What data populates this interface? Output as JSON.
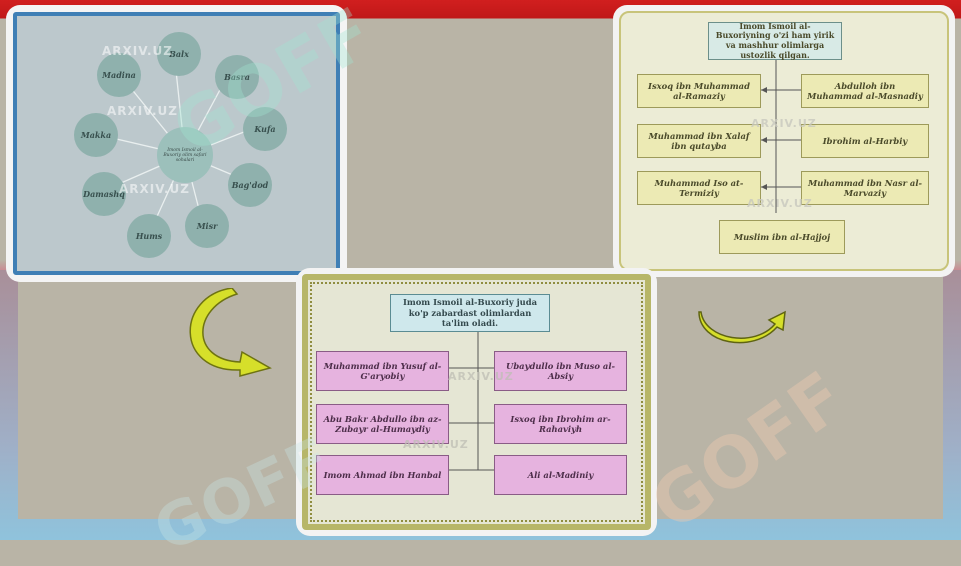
{
  "watermark": {
    "site": "ARXIV.UZ",
    "brand": "GOFF"
  },
  "radial_diagram": {
    "center": "Imom Ismoil al-Buxoriy olim safari sohalari",
    "nodes": [
      "Balx",
      "Basra",
      "Kufa",
      "Bag'dod",
      "Misr",
      "Hums",
      "Damashq",
      "Makka",
      "Madina"
    ]
  },
  "teachers_diagram": {
    "title": "Imom Ismoil al-Buxoriyning o'zi ham yirik va mashhur olimlarga ustozlik qilgan.",
    "left": [
      "Isxoq ibn Muhammad al-Ramaziy",
      "Muhammad ibn Xalaf ibn qutayba",
      "Muhammad Iso at-Termiziy"
    ],
    "right": [
      "Abdulloh ibn Muhammad al-Masnadiy",
      "Ibrohim al-Harbiy",
      "Muhammad ibn Nasr al-Marvaziy"
    ],
    "bottom": "Muslim ibn al-Hajjoj"
  },
  "scholars_diagram": {
    "title": "Imom Ismoil al-Buxoriy juda ko'p zabardast olimlardan ta'lim oladi.",
    "left": [
      "Muhammad ibn Yusuf al-G'aryobiy",
      "Abu Bakr Abdullo ibn az-Zubayr al-Humaydiy",
      "Imom Ahmad ibn Hanbal"
    ],
    "right": [
      "Ubaydullo ibn Muso al-Absiy",
      "Isxoq ibn Ibrohim ar-Rahaviyh",
      "Ali al-Madiniy"
    ]
  },
  "colors": {
    "header_red": "#c01818",
    "arrow_yellow": "#d6df2a",
    "node_teal": "#8fb1ad",
    "box_yellow": "#eceab4",
    "box_pink": "#e6b3df"
  }
}
